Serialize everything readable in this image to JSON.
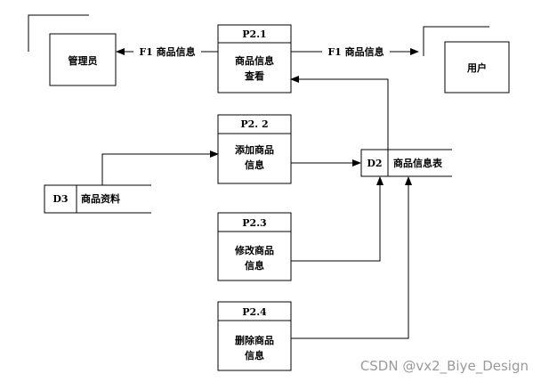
{
  "diagram": {
    "entities": {
      "admin": "管理员",
      "user": "用户"
    },
    "processes": {
      "p1": {
        "id": "P2.1",
        "lines": [
          "商品信息",
          "查看"
        ]
      },
      "p2": {
        "id": "P2. 2",
        "lines": [
          "添加商品",
          "信息"
        ]
      },
      "p3": {
        "id": "P2.3",
        "lines": [
          "修改商品",
          "信息"
        ]
      },
      "p4": {
        "id": "P2.4",
        "lines": [
          "删除商品",
          "信息"
        ]
      }
    },
    "stores": {
      "d3": {
        "id": "D3",
        "name": "商品资料"
      },
      "d2": {
        "id": "D2",
        "name": "商品信息表"
      }
    },
    "flows": {
      "to_admin": "F1 商品信息",
      "to_user": "F1 商品信息"
    }
  },
  "watermark": "CSDN @vx2_Biye_Design"
}
